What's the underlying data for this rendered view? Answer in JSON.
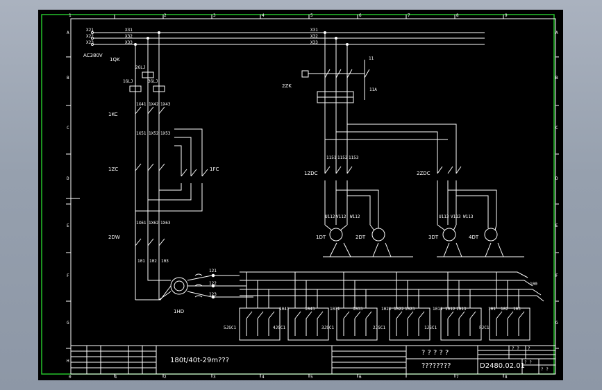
{
  "colors": {
    "background": "#000000",
    "frame": "#29d12f",
    "lines": "#ffffff",
    "window": "#9aa3b1"
  },
  "grid": {
    "columns": [
      "1",
      "2",
      "3",
      "4",
      "5",
      "6",
      "7",
      "8",
      "9"
    ],
    "rows": [
      "A",
      "B",
      "C",
      "D",
      "E",
      "F",
      "G",
      "H"
    ],
    "bottom_columns": [
      "0",
      "1",
      "2",
      "3",
      "4",
      "5",
      "6",
      "7",
      "8"
    ]
  },
  "supply": {
    "input_lines": [
      "X21",
      "X22",
      "X23"
    ],
    "bus_lines_left": [
      "X31",
      "X32",
      "X33"
    ],
    "bus_lines_right": [
      "X31",
      "X32",
      "X33"
    ],
    "voltage": "AC380V",
    "breaker": "1QK"
  },
  "left_circuit": {
    "relays": [
      "2GLJ",
      "1GLJ",
      "3GLJ"
    ],
    "wires_a": [
      "1X41",
      "1X42",
      "1X43"
    ],
    "contactor_1": "1KC",
    "wires_b": [
      "1X51",
      "1X52",
      "1X53"
    ],
    "contactor_2": "1ZC",
    "contactor_3": "1FC",
    "wires_c": [
      "1X61",
      "1X62",
      "1X63"
    ],
    "relay_2": "2DW",
    "wires_d": [
      "101",
      "102",
      "103"
    ],
    "motor": "1HD",
    "terminals": [
      "121",
      "122",
      "123"
    ]
  },
  "right_circuit": {
    "switch": "2ZK",
    "aux": "11",
    "aux_label": "11A",
    "wires": [
      "1151",
      "1152",
      "1153"
    ],
    "contactor_a": "1ZDC",
    "contactor_b": "2ZDC",
    "motor_wires_a": [
      "U112",
      "V112",
      "W112"
    ],
    "motor_wires_b": [
      "U113",
      "V113",
      "W113"
    ],
    "motors": [
      "1DT",
      "2DT",
      "3DT",
      "4DT"
    ]
  },
  "limit_switches": {
    "bus_label": "100",
    "groups": [
      "5JSC1",
      "4JSC1",
      "3JSC1",
      "2JSC1",
      "1JSC1",
      "FJC1"
    ],
    "wire_pairs": [
      [
        "1041",
        "1043"
      ],
      [
        "1031",
        "1033"
      ],
      [
        "1021",
        "1022",
        "1023"
      ],
      [
        "1011",
        "1012",
        "1013"
      ],
      [
        "101",
        "102",
        "103"
      ]
    ]
  },
  "title_block": {
    "drawing_title": "180t/40t-29m???",
    "name_top": "? ? ? ? ?",
    "name_bottom": "????????",
    "drawing_number": "D2480.02.01",
    "code_a": "? ?",
    "code_b": "?",
    "code_c": "? ?",
    "code_d": "? ?"
  }
}
